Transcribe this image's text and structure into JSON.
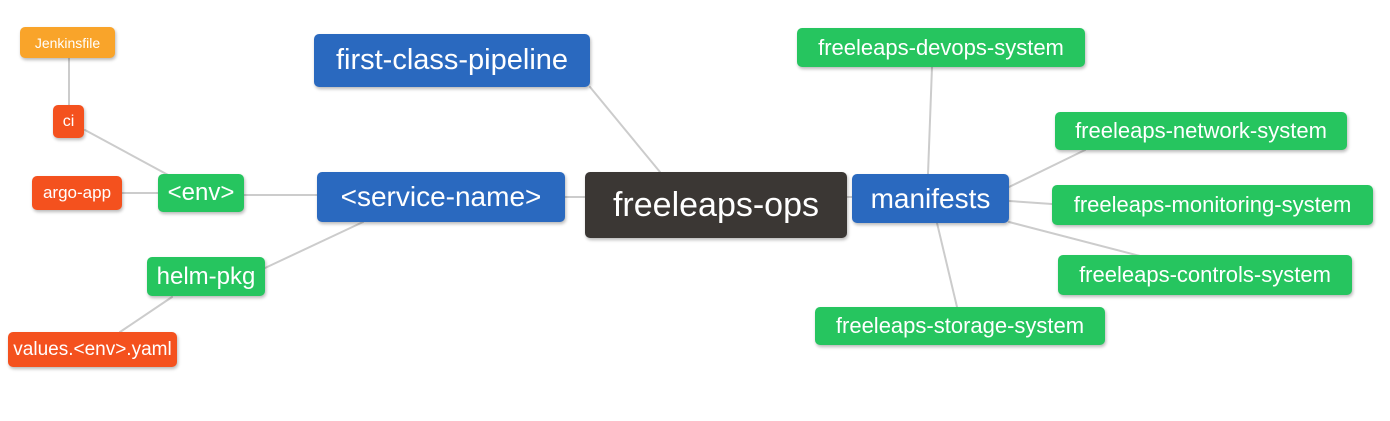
{
  "diagram": {
    "title": "freeleaps-ops mind map",
    "root": {
      "label": "freeleaps-ops"
    },
    "nodes": {
      "jenkinsfile": {
        "label": "Jenkinsfile"
      },
      "ci": {
        "label": "ci"
      },
      "argo_app": {
        "label": "argo-app"
      },
      "env": {
        "label": "<env>"
      },
      "first_class_pipeline": {
        "label": "first-class-pipeline"
      },
      "service_name": {
        "label": "<service-name>"
      },
      "freeleaps_ops": {
        "label": "freeleaps-ops"
      },
      "manifests": {
        "label": "manifests"
      },
      "devops_system": {
        "label": "freeleaps-devops-system"
      },
      "network_system": {
        "label": "freeleaps-network-system"
      },
      "monitoring_system": {
        "label": "freeleaps-monitoring-system"
      },
      "controls_system": {
        "label": "freeleaps-controls-system"
      },
      "storage_system": {
        "label": "freeleaps-storage-system"
      },
      "helm_pkg": {
        "label": "helm-pkg"
      },
      "values_yaml": {
        "label": "values.<env>.yaml"
      }
    },
    "edges": [
      {
        "from": "Jenkinsfile",
        "to": "ci"
      },
      {
        "from": "ci",
        "to": "<env>"
      },
      {
        "from": "argo-app",
        "to": "<env>"
      },
      {
        "from": "<env>",
        "to": "<service-name>"
      },
      {
        "from": "first-class-pipeline",
        "to": "freeleaps-ops"
      },
      {
        "from": "<service-name>",
        "to": "freeleaps-ops"
      },
      {
        "from": "helm-pkg",
        "to": "<service-name>"
      },
      {
        "from": "values.<env>.yaml",
        "to": "helm-pkg"
      },
      {
        "from": "freeleaps-ops",
        "to": "manifests"
      },
      {
        "from": "manifests",
        "to": "freeleaps-devops-system"
      },
      {
        "from": "manifests",
        "to": "freeleaps-network-system"
      },
      {
        "from": "manifests",
        "to": "freeleaps-monitoring-system"
      },
      {
        "from": "manifests",
        "to": "freeleaps-controls-system"
      },
      {
        "from": "manifests",
        "to": "freeleaps-storage-system"
      }
    ],
    "colors": {
      "root_dark": "#3b3734",
      "branch_blue": "#2a69bf",
      "leaf_green": "#26c55f",
      "leaf_red": "#f4511e",
      "leaf_orange": "#f9a42a",
      "edge_gray": "#cccccc",
      "text_white": "#ffffff"
    }
  }
}
